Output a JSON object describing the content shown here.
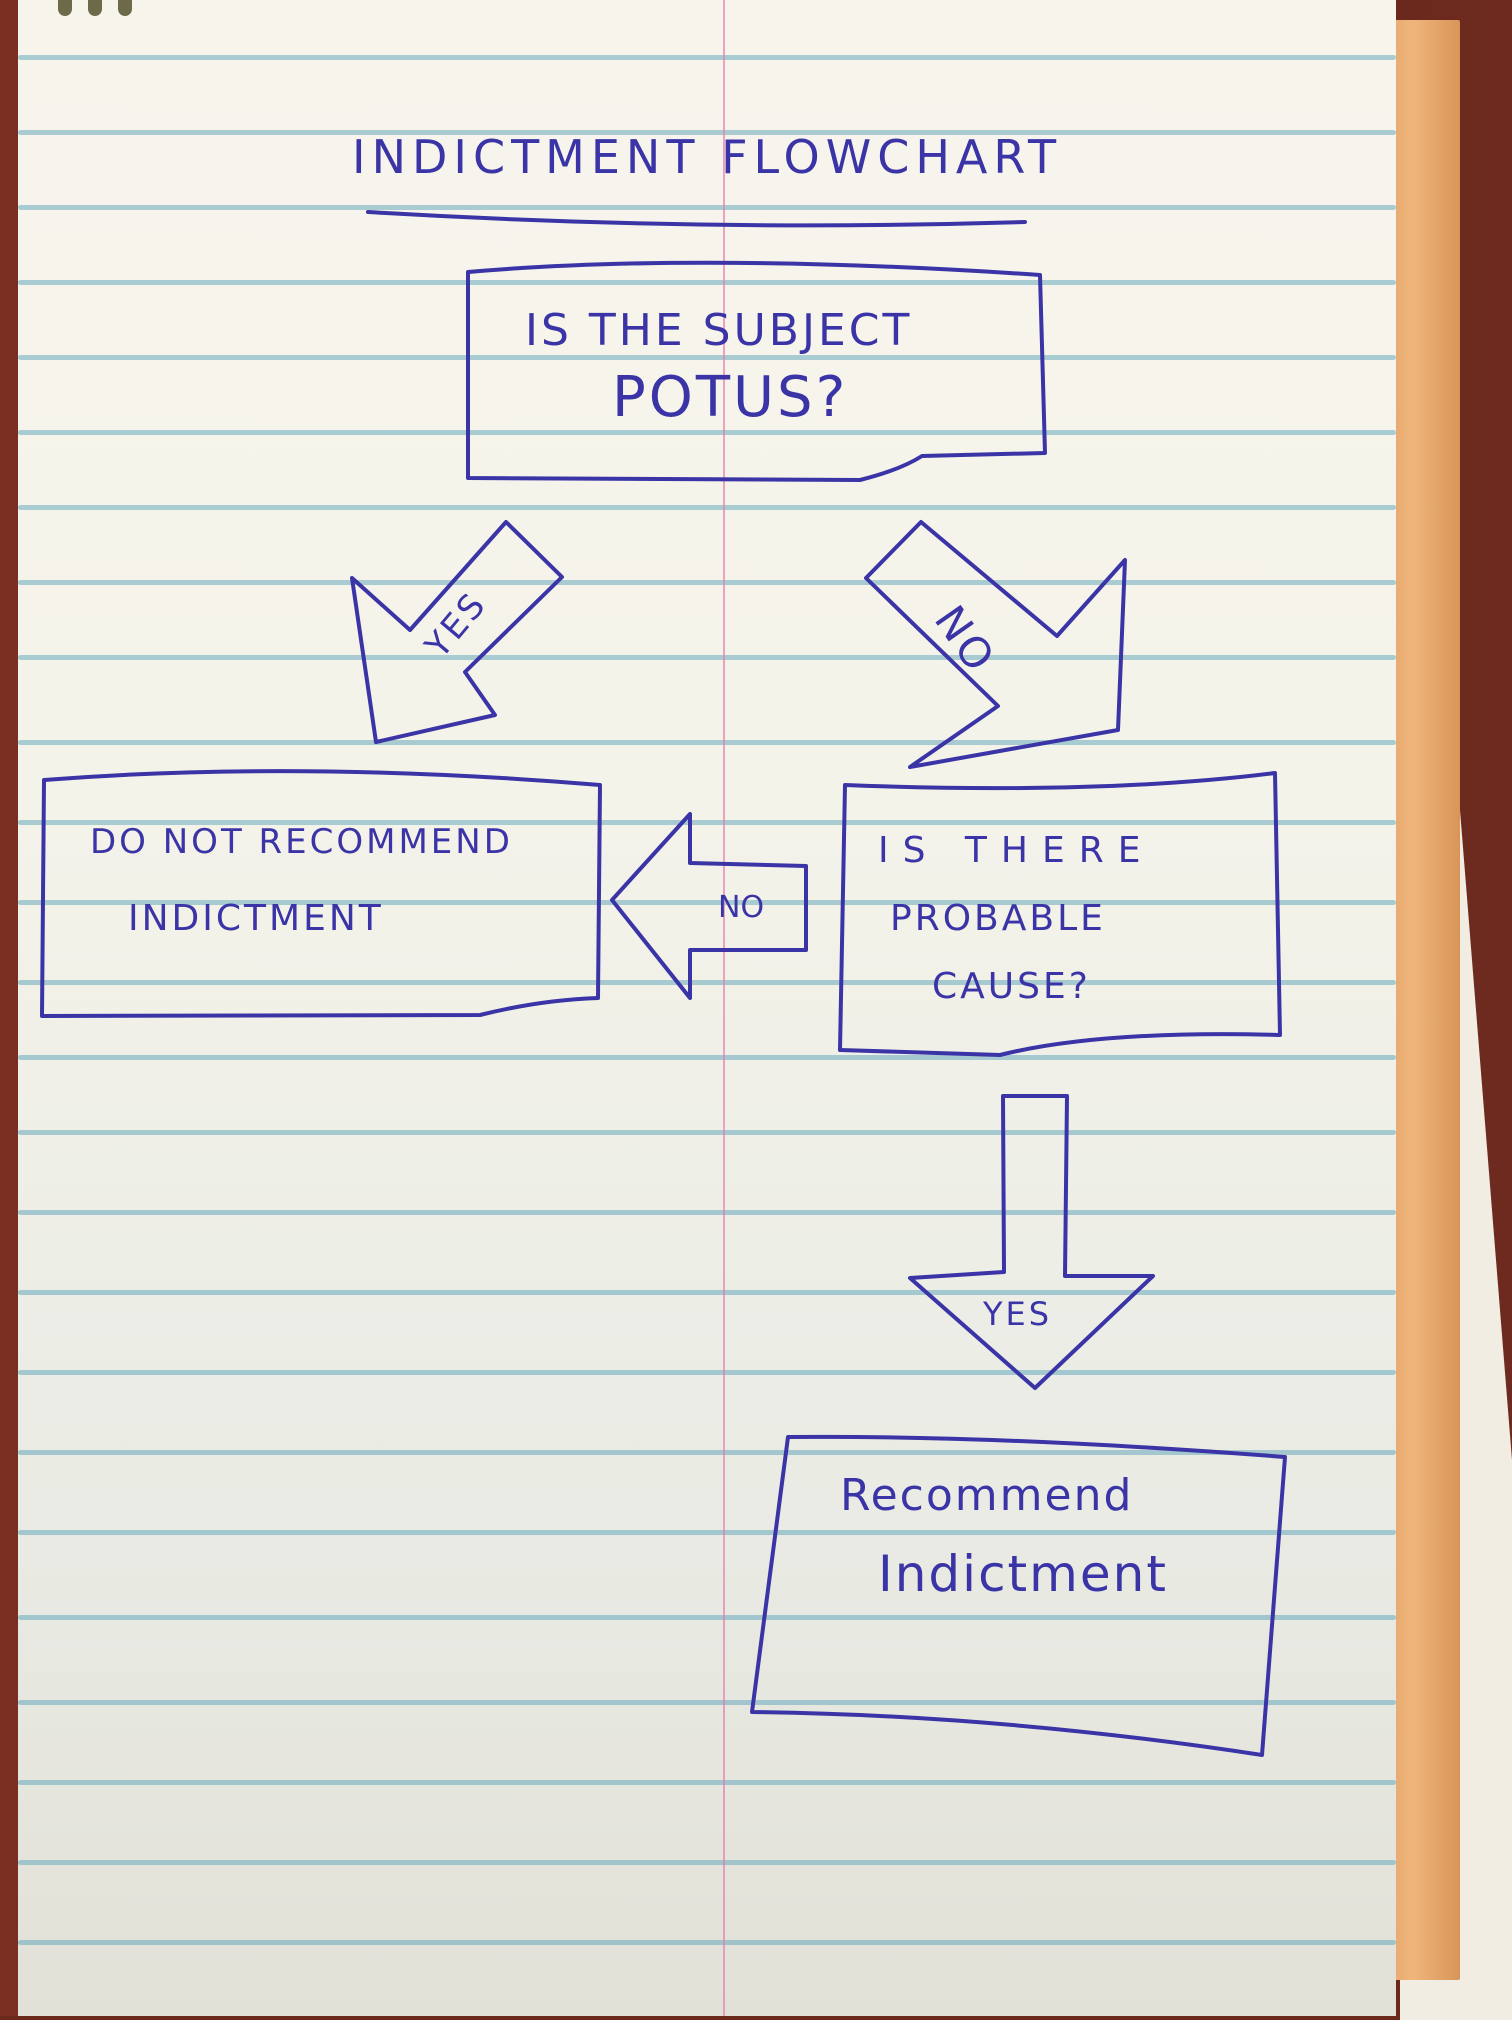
{
  "title": "INDICTMENT FLOWCHART",
  "nodes": {
    "start": {
      "line1": "IS THE SUBJECT",
      "line2": "POTUS?"
    },
    "probable_cause": {
      "line1": "IS THERE",
      "line2": "PROBABLE",
      "line3": "CAUSE?"
    },
    "do_not_recommend": {
      "line1": "DO NOT RECOMMEND",
      "line2": "INDICTMENT"
    },
    "recommend": {
      "line1": "Recommend",
      "line2": "Indictment"
    }
  },
  "edges": {
    "potus_yes": "YES",
    "potus_no": "NO",
    "cause_no": "NO",
    "cause_yes": "YES"
  },
  "colors": {
    "ink": "#3a34a6",
    "paper": "#f4f3ea",
    "rule": "#69aabe",
    "margin": "#e678aa",
    "folder": "#efb67c",
    "desk": "#5c2318"
  }
}
